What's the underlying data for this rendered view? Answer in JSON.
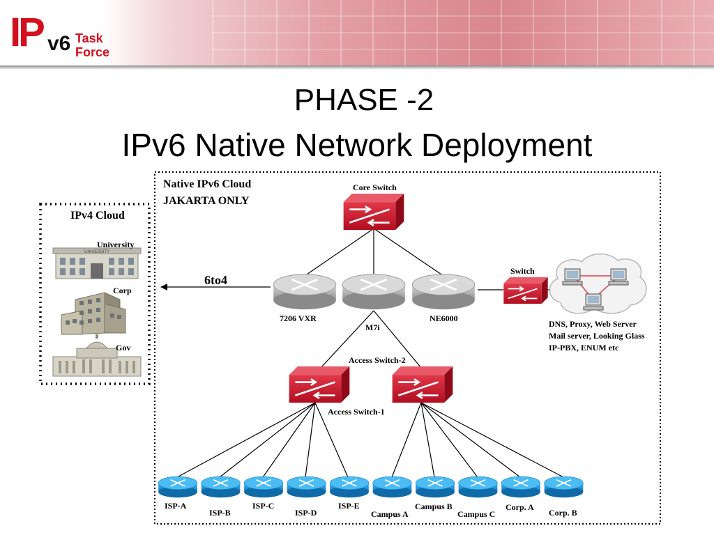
{
  "logo": {
    "ip": "IP",
    "v6": "v6",
    "task": "Task",
    "force": "Force"
  },
  "title": {
    "line1": "PHASE -2",
    "line2": "IPv6 Native Network Deployment"
  },
  "ipv4_cloud": {
    "title": "IPv4 Cloud",
    "university": "University",
    "university_sign": "UNIVERSITY",
    "corp": "Corp",
    "gov": "Gov"
  },
  "ipv6_cloud": {
    "line1": "Native IPv6 Cloud",
    "line2": "JAKARTA ONLY"
  },
  "tunnel_label": "6to4",
  "core_switch": "Core Switch",
  "routers": {
    "left": "7206 VXR",
    "middle": "M7i",
    "right": "NE6000"
  },
  "side_switch": "Switch",
  "servers": {
    "line1": "DNS, Proxy, Web Server",
    "line2": "Mail  server, Looking Glass",
    "line3": "IP-PBX, ENUM etc"
  },
  "access_switch_1": "Access Switch-1",
  "access_switch_2": "Access Switch-2",
  "edge_routers": [
    "ISP-A",
    "ISP-B",
    "ISP-C",
    "ISP-D",
    "ISP-E",
    "Campus A",
    "Campus B",
    "Campus C",
    "Corp. A",
    "Corp. B"
  ],
  "colors": {
    "switch_red": "#c8102e",
    "router_gray": "#a9a9a9",
    "router_blue": "#1e90d6",
    "logo_red": "#d4101e"
  }
}
